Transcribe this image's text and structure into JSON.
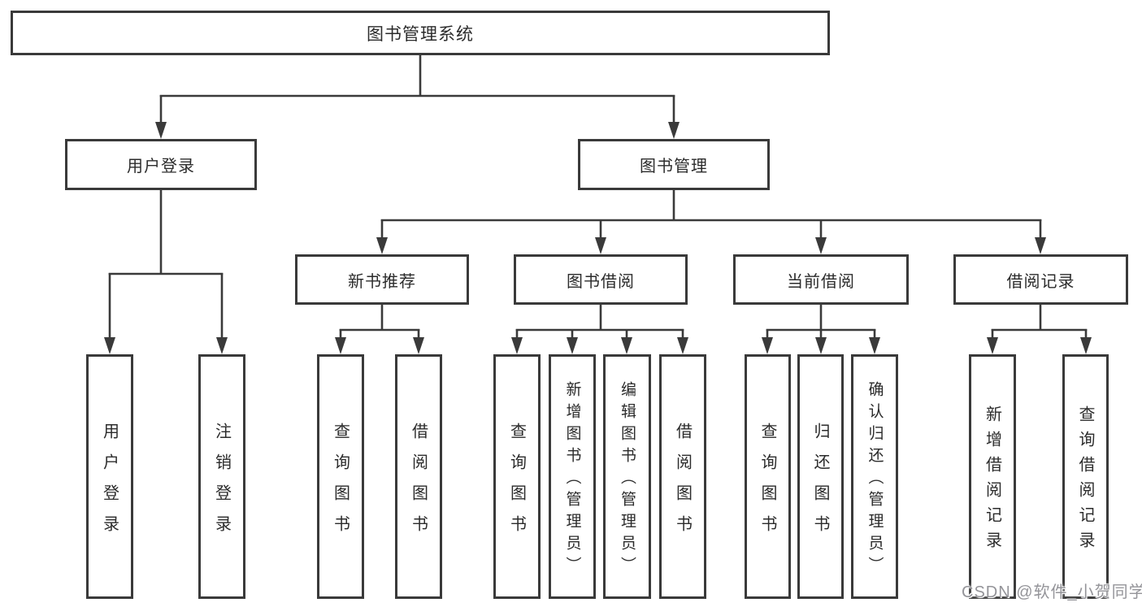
{
  "tree": {
    "label": "图书管理系统",
    "children": [
      {
        "label": "用户登录",
        "children": [
          {
            "label": "用户登录"
          },
          {
            "label": "注销登录"
          }
        ]
      },
      {
        "label": "图书管理",
        "children": [
          {
            "label": "新书推荐",
            "children": [
              {
                "label": "查询图书"
              },
              {
                "label": "借阅图书"
              }
            ]
          },
          {
            "label": "图书借阅",
            "children": [
              {
                "label": "查询图书"
              },
              {
                "label": "新增图书（管理员）"
              },
              {
                "label": "编辑图书（管理员）"
              },
              {
                "label": "借阅图书"
              }
            ]
          },
          {
            "label": "当前借阅",
            "children": [
              {
                "label": "查询图书"
              },
              {
                "label": "归还图书"
              },
              {
                "label": "确认归还（管理员）"
              }
            ]
          },
          {
            "label": "借阅记录",
            "children": [
              {
                "label": "新增借阅记录"
              },
              {
                "label": "查询借阅记录"
              }
            ]
          }
        ]
      }
    ]
  },
  "watermark": {
    "text": "CSDN @软件_小贺同学"
  },
  "colors": {
    "line": "#3a3a3a",
    "text": "#2b2b2b",
    "box_background": "#ffffff",
    "watermark": "#8e8e94"
  }
}
